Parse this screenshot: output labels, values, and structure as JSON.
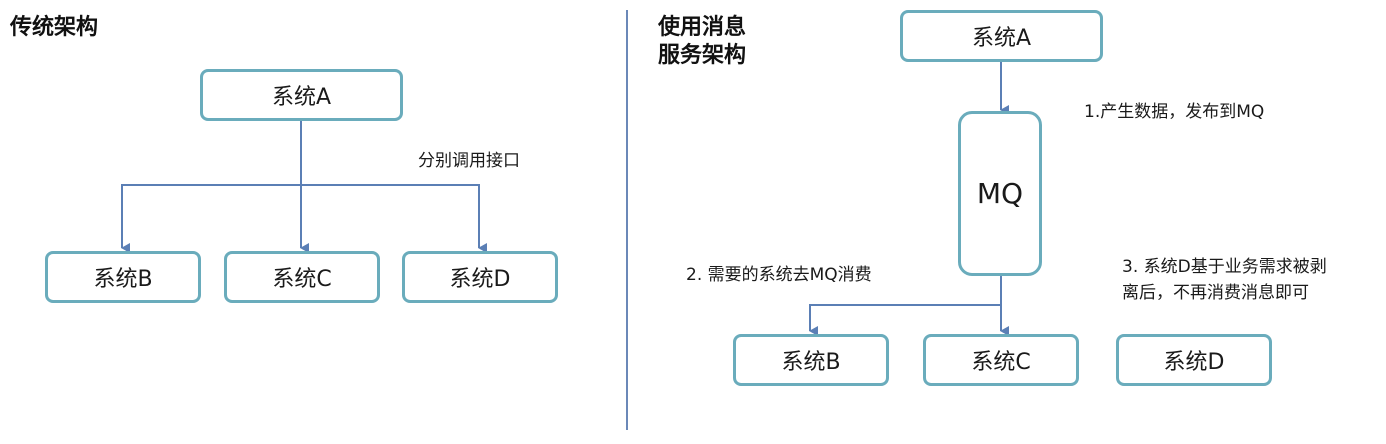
{
  "left": {
    "heading": "传统架构",
    "system_a": "系统A",
    "call_label": "分别调用接口",
    "system_b": "系统B",
    "system_c": "系统C",
    "system_d": "系统D"
  },
  "right": {
    "heading_line1": "使用消息",
    "heading_line2": "服务架构",
    "system_a": "系统A",
    "mq": "MQ",
    "step1": "1.产生数据，发布到MQ",
    "step2": "2. 需要的系统去MQ消费",
    "step3_line1": "3. 系统D基于业务需求被剥",
    "step3_line2": "离后，不再消费消息即可",
    "system_b": "系统B",
    "system_c": "系统C",
    "system_d": "系统D"
  },
  "colors": {
    "box_border": "#6aacbc",
    "connector": "#5b7fb5",
    "divider": "#6b88b8"
  }
}
